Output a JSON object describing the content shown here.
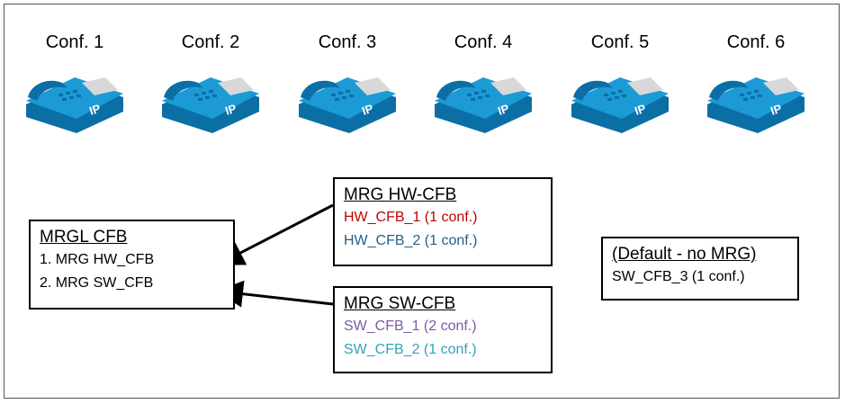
{
  "phones": [
    {
      "label": "Conf. 1",
      "badge": "IP"
    },
    {
      "label": "Conf. 2",
      "badge": "IP"
    },
    {
      "label": "Conf. 3",
      "badge": "IP"
    },
    {
      "label": "Conf. 4",
      "badge": "IP"
    },
    {
      "label": "Conf. 5",
      "badge": "IP"
    },
    {
      "label": "Conf. 6",
      "badge": "IP"
    }
  ],
  "mrgl": {
    "title": "MRGL CFB",
    "items": [
      "1. MRG HW_CFB",
      "2. MRG SW_CFB"
    ]
  },
  "mrg_hw": {
    "title": "MRG HW-CFB",
    "items": [
      "HW_CFB_1 (1 conf.)",
      "HW_CFB_2 (1 conf.)"
    ],
    "colors": [
      "#c00000",
      "#1f5f8b"
    ]
  },
  "mrg_sw": {
    "title": "MRG SW-CFB",
    "items": [
      "SW_CFB_1 (2 conf.)",
      "SW_CFB_2 (1 conf.)"
    ],
    "colors": [
      "#7a5ba6",
      "#31a4b5"
    ]
  },
  "default_box": {
    "title": "(Default - no MRG)",
    "items": [
      "SW_CFB_3 (1 conf.)"
    ]
  },
  "colors": {
    "phone_body": "#1c9ad6",
    "phone_dark": "#0b6fa6",
    "phone_screen": "#d8d8d8"
  }
}
